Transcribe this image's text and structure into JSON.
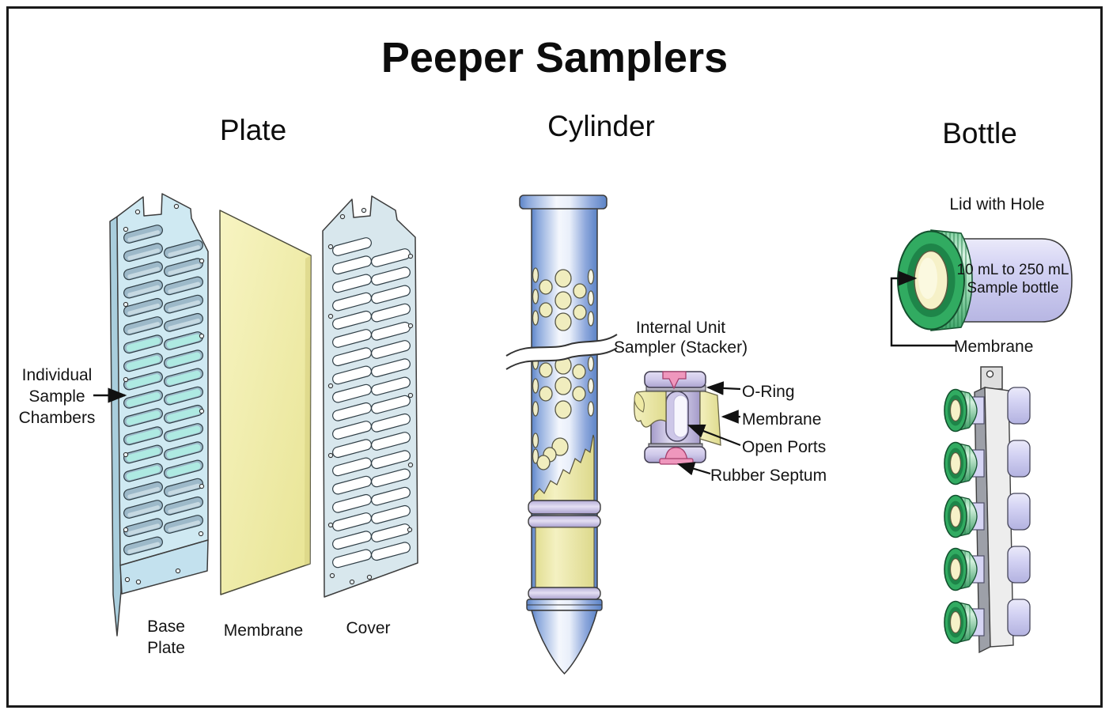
{
  "title": "Peeper Samplers",
  "plate": {
    "heading": "Plate",
    "chambers_label": "Individual\nSample\nChambers",
    "base_plate_label": "Base\nPlate",
    "membrane_label": "Membrane",
    "cover_label": "Cover"
  },
  "cylinder": {
    "heading": "Cylinder",
    "stacker_caption": "Internal Unit\nSampler (Stacker)",
    "oring_label": "O-Ring",
    "membrane_label": "Membrane",
    "open_ports_label": "Open Ports",
    "rubber_septum_label": "Rubber Septum"
  },
  "bottle": {
    "heading": "Bottle",
    "lid_label": "Lid with Hole",
    "bottle_text": "10 mL to 250 mL\nSample bottle",
    "membrane_label": "Membrane"
  },
  "colors": {
    "plate_blue": "#cfe9f2",
    "plate_side": "#a9cedd",
    "plate_foot": "#c3e1ee",
    "slot_gray": "#9db9c9",
    "chamber_cyan": "#aeeae2",
    "cover_blue": "#d8e7ed",
    "membrane_yellow": "#f1eda6",
    "tube_blue": "#6d93d2",
    "lavender_band": "#c9c3e6",
    "septum_pink": "#ef97bd",
    "lid_green": "#31ab61",
    "lid_green_dark": "#1e8549",
    "bottle_lavender": "#cfcef0",
    "rack_gray": "#ededed"
  }
}
